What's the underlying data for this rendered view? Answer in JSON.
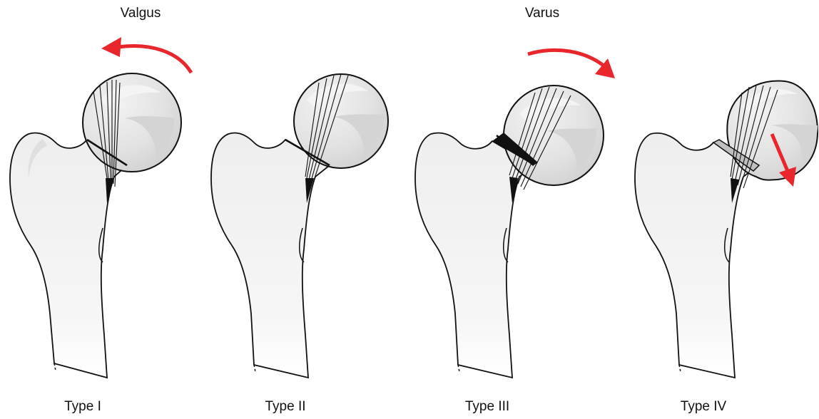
{
  "labels": {
    "valgus": "Valgus",
    "varus": "Varus",
    "types": [
      "Type I",
      "Type II",
      "Type III",
      "Type IV"
    ]
  },
  "colors": {
    "arrow": "#e8262b",
    "bone_fill": "#f1f1f1",
    "outline": "#111111"
  }
}
